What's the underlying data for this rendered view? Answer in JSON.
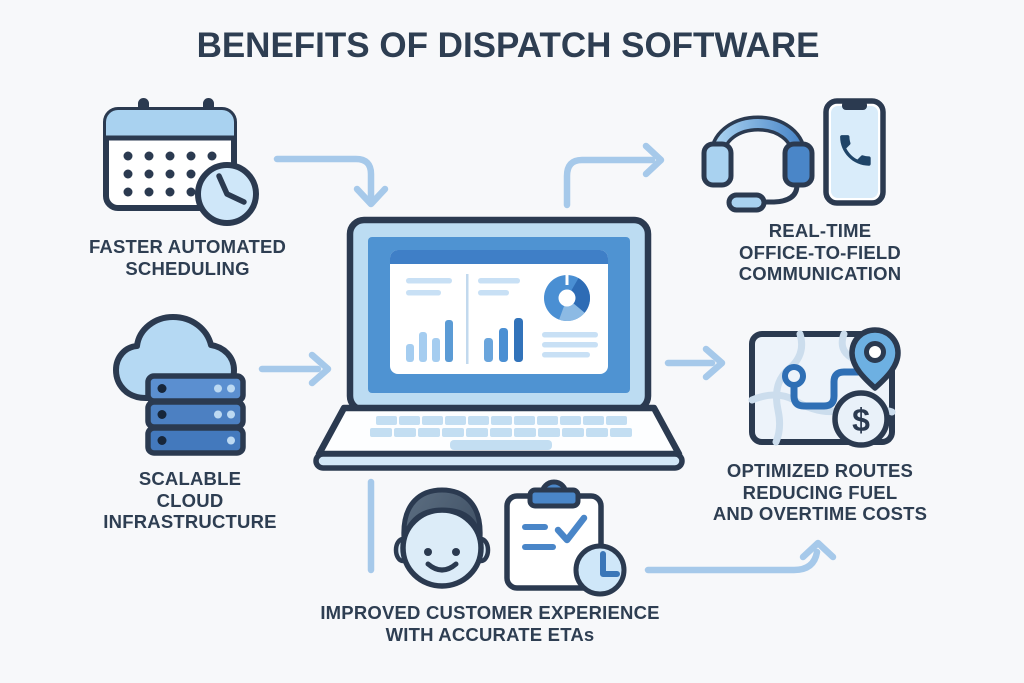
{
  "title": "BENEFITS OF DISPATCH SOFTWARE",
  "colors": {
    "background": "#f7f8fa",
    "text_navy": "#2e3e52",
    "outline_navy": "#2b3a50",
    "blue": "#4a86c8",
    "light_blue": "#a9d2f0",
    "pale_blue": "#d9ecfa",
    "arrow_blue": "#a6c9ea",
    "screen_blue": "#4f93d2",
    "header_blue": "#3f7fc7"
  },
  "nodes": {
    "scheduling": {
      "icon": "calendar-clock-icon",
      "lines": [
        "FASTER AUTOMATED",
        "SCHEDULING"
      ]
    },
    "cloud": {
      "icon": "cloud-server-icon",
      "lines": [
        "SCALABLE",
        "CLOUD",
        "INFRASTRUCTURE"
      ]
    },
    "communication": {
      "icon": "headset-phone-icon",
      "lines": [
        "REAL-TIME",
        "OFFICE-TO-FIELD",
        "COMMUNICATION"
      ]
    },
    "routes": {
      "icon": "map-route-dollar-icon",
      "dollar_symbol": "$",
      "lines": [
        "OPTIMIZED ROUTES",
        "REDUCING FUEL",
        "AND OVERTIME COSTS"
      ]
    },
    "customer": {
      "icon": "person-clipboard-clock-icon",
      "lines": [
        "IMPROVED CUSTOMER EXPERIENCE",
        "WITH ACCURATE ETAs"
      ]
    },
    "dashboard": {
      "icon": "laptop-dashboard-icon"
    }
  }
}
